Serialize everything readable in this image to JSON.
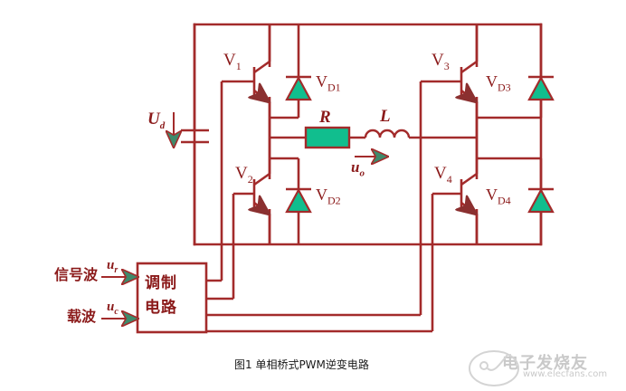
{
  "figure": {
    "caption": "图1 单相桥式PWM逆变电路",
    "colors": {
      "wire": "#A32B2B",
      "label": "#8B1A1A",
      "device_fill": "#11BE8E",
      "caption": "#1a1a1a",
      "watermark": "#c9c9c9",
      "background": "#ffffff"
    }
  },
  "source": {
    "label": "Ud",
    "symbol": "U",
    "subscript": "d",
    "component": "dc-capacitor"
  },
  "transistors": [
    {
      "id": "V1",
      "symbol": "V",
      "subscript": "1",
      "position": "upper-left"
    },
    {
      "id": "V2",
      "symbol": "V",
      "subscript": "2",
      "position": "lower-left"
    },
    {
      "id": "V3",
      "symbol": "V",
      "subscript": "3",
      "position": "upper-right"
    },
    {
      "id": "V4",
      "symbol": "V",
      "subscript": "4",
      "position": "lower-right"
    }
  ],
  "diodes": [
    {
      "id": "VD1",
      "symbol": "V",
      "subscript": "D1",
      "position": "upper-left"
    },
    {
      "id": "VD2",
      "symbol": "V",
      "subscript": "D2",
      "position": "lower-left"
    },
    {
      "id": "VD3",
      "symbol": "V",
      "subscript": "D3",
      "position": "upper-right"
    },
    {
      "id": "VD4",
      "symbol": "V",
      "subscript": "D4",
      "position": "lower-right"
    }
  ],
  "load": {
    "resistor": "R",
    "inductor": "L",
    "output_symbol": "u",
    "output_subscript": "o"
  },
  "modulator": {
    "line1": "调制",
    "line2": "电路",
    "inputs": [
      {
        "name": "信号波",
        "symbol": "u",
        "subscript": "r"
      },
      {
        "name": "载波",
        "symbol": "u",
        "subscript": "c"
      }
    ],
    "output_count": 4
  },
  "watermark": {
    "brand": "电子发烧友",
    "url": "www.elecfans.com"
  }
}
